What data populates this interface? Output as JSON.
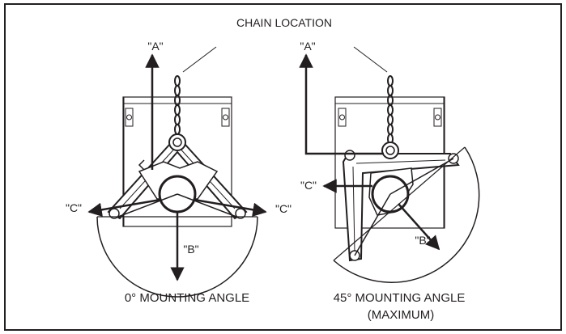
{
  "header": {
    "title": "CHAIN LOCATION"
  },
  "left_view": {
    "label_a": "\"A\"",
    "label_b": "\"B\"",
    "label_c_left": "\"C\"",
    "label_c_right": "\"C\"",
    "caption": "0° MOUNTING ANGLE"
  },
  "right_view": {
    "label_a": "\"A\"",
    "label_b": "\"B\"",
    "label_c": "\"C\"",
    "caption_line1": "45° MOUNTING ANGLE",
    "caption_line2": "(MAXIMUM)"
  },
  "colors": {
    "ink": "#231f20",
    "background": "#ffffff"
  }
}
